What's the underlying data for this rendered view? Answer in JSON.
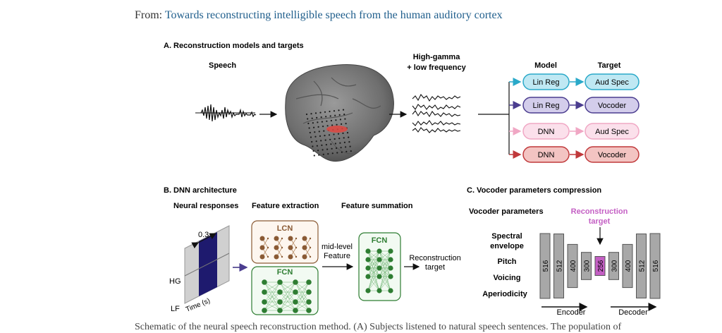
{
  "header": {
    "prefix": "From:",
    "link_text": "Towards reconstructing intelligible speech from the human auditory cortex"
  },
  "panel_a": {
    "title": "A. Reconstruction models and targets",
    "speech_label": "Speech",
    "signal_label_1": "High-gamma",
    "signal_label_2": "+ low frequency",
    "model_header": "Model",
    "target_header": "Target",
    "rows": [
      {
        "model": "Lin Reg",
        "target": "Aud Spec",
        "color": "#2aa9c9",
        "fill": "#bfe8f3"
      },
      {
        "model": "Lin Reg",
        "target": "Vocoder",
        "color": "#4b3d8f",
        "fill": "#d3cdeb"
      },
      {
        "model": "DNN",
        "target": "Aud Spec",
        "color": "#f0a7c4",
        "fill": "#fbe0eb"
      },
      {
        "model": "DNN",
        "target": "Vocoder",
        "color": "#c0393b",
        "fill": "#f3c4c2"
      }
    ]
  },
  "panel_b": {
    "title": "B. DNN architecture",
    "neural_responses": "Neural responses",
    "feature_extraction": "Feature extraction",
    "feature_summation": "Feature summation",
    "window_label": "0.3",
    "hg_label": "HG",
    "lf_label": "LF",
    "time_label": "Time (s)",
    "lcn_label": "LCN",
    "fcn_label": "FCN",
    "fcn2_label": "FCN",
    "mid_level_1": "mid-level",
    "mid_level_2": "Feature",
    "reconstruction_1": "Reconstruction",
    "reconstruction_2": "target"
  },
  "panel_c": {
    "title": "C. Vocoder parameters compression",
    "vocoder_params": "Vocoder parameters",
    "target_1": "Reconstruction",
    "target_2": "target",
    "params": [
      "Spectral",
      "envelope",
      "Pitch",
      "Voicing",
      "Aperiodicity"
    ],
    "layers": [
      "516",
      "512",
      "400",
      "300",
      "256",
      "300",
      "400",
      "512",
      "516"
    ],
    "encoder": "Encoder",
    "decoder": "Decoder",
    "bottleneck_color": "#c45fc4"
  },
  "caption": "Schematic of the neural speech reconstruction method. (A) Subjects listened to natural speech sentences. The population of"
}
